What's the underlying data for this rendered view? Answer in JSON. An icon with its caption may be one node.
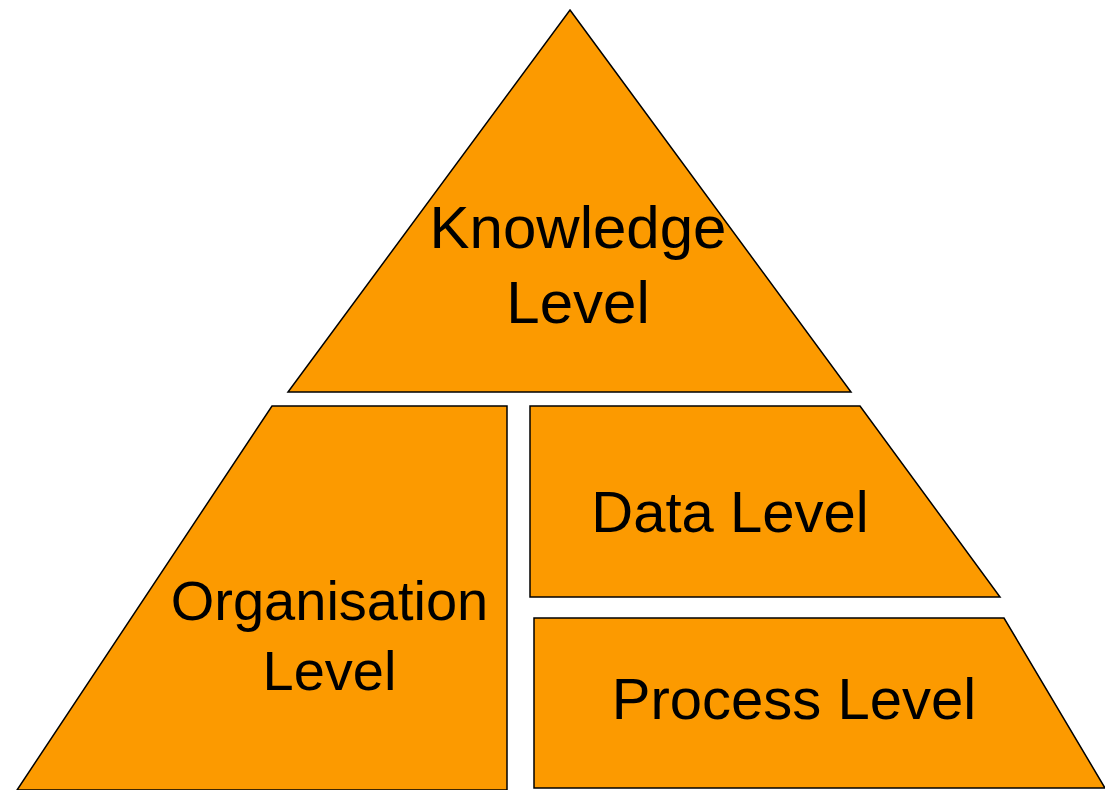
{
  "diagram": {
    "nodes": [
      {
        "text": [
          "Knowledge Level"
        ]
      },
      {
        "text": [
          "Organisation Level"
        ]
      },
      {
        "text": [
          "Data Level"
        ]
      },
      {
        "text": [
          "Process Level"
        ]
      }
    ]
  }
}
